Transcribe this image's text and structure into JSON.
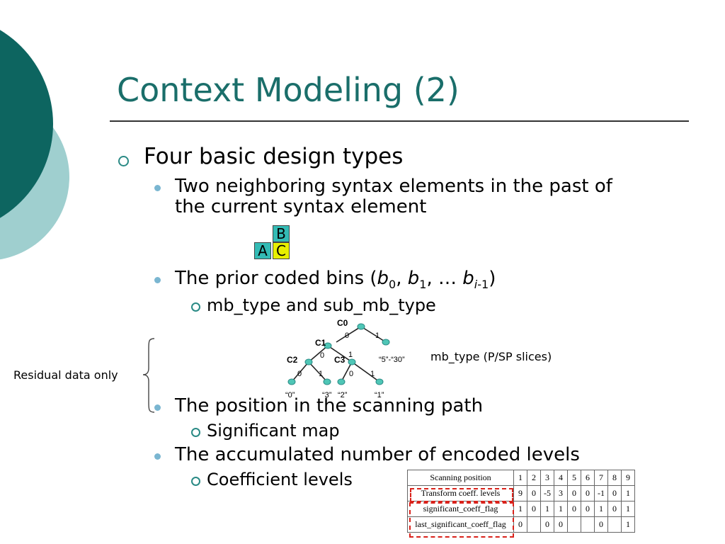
{
  "title": "Context Modeling (2)",
  "bullets": {
    "main": "Four basic design types",
    "b1": "Two neighboring syntax elements in the past of",
    "b1_cont": "the current syntax element",
    "b2_prefix": "The prior coded bins (",
    "b2_math": {
      "b0": "b",
      "s0": "0",
      "c1": ", ",
      "b1": "b",
      "s1": "1",
      "c2": ", ",
      "dots": "…",
      "sp": " ",
      "bi": "b",
      "si_i": "i",
      "si_rest": "-1",
      "close": ")"
    },
    "b2_sub": "mb_type and sub_mb_type",
    "b3": "The position in the scanning path",
    "b3_sub": "Significant map",
    "b4": "The accumulated number of encoded levels",
    "b4_sub": "Coefficient levels"
  },
  "neighbor_grid": {
    "top": "B",
    "left": "A",
    "cur": "C",
    "colors": {
      "teal": "#33bbb5",
      "yellow": "#e8ef00"
    }
  },
  "tree": {
    "nodes": {
      "c0": "C0",
      "c1": "C1",
      "c2": "C2",
      "c3": "C3"
    },
    "edges": {
      "c0_l": "0",
      "c0_r": "1",
      "c1_l": "0",
      "c1_r": "1",
      "c2_l": "0",
      "c2_r": "1",
      "c3_l": "0",
      "c3_r": "1"
    },
    "leaves": {
      "l0": "“0”",
      "l3": "“3”",
      "l2": "“2”",
      "l1": "“1”",
      "range": "“5”-“30”"
    },
    "caption": "mb_type (P/SP slices)"
  },
  "side_label": "Residual data only",
  "scan_table": {
    "header": "Scanning position",
    "positions": [
      "1",
      "2",
      "3",
      "4",
      "5",
      "6",
      "7",
      "8",
      "9"
    ],
    "rows": [
      {
        "label": "Transform coeff. levels",
        "values": [
          "9",
          "0",
          "-5",
          "3",
          "0",
          "0",
          "-1",
          "0",
          "1"
        ]
      },
      {
        "label": "significant_coeff_flag",
        "values": [
          "1",
          "0",
          "1",
          "1",
          "0",
          "0",
          "1",
          "0",
          "1"
        ]
      },
      {
        "label": "last_significant_coeff_flag",
        "values": [
          "0",
          "",
          "0",
          "0",
          "",
          "",
          "0",
          "",
          "1"
        ]
      }
    ]
  },
  "colors": {
    "title": "#1a6e6a",
    "dark_teal": "#0d6560",
    "light_teal": "#9fcfcf",
    "dash_red": "#d9221b"
  }
}
